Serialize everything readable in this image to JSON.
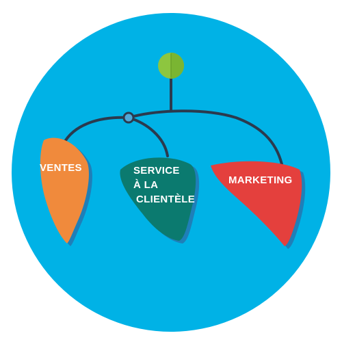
{
  "colors": {
    "background_circle": "#00b2e6",
    "background_shadow": "#0096c8",
    "wire": "#2b3a4e",
    "hub": "#8dc63f",
    "pivot_fill": "#4fa8d8",
    "piece_shadow": "#1f7fb8",
    "sales": "#f08a3c",
    "service": "#0b7a6f",
    "marketing": "#e4403d",
    "label_text": "#ffffff"
  },
  "pieces": [
    {
      "id": "sales",
      "lines": [
        "VENTES"
      ],
      "color_key": "sales"
    },
    {
      "id": "service",
      "lines": [
        "SERVICE",
        "À LA",
        "CLIENTÈLE"
      ],
      "color_key": "service"
    },
    {
      "id": "marketing",
      "lines": [
        "MARKETING"
      ],
      "color_key": "marketing"
    }
  ]
}
